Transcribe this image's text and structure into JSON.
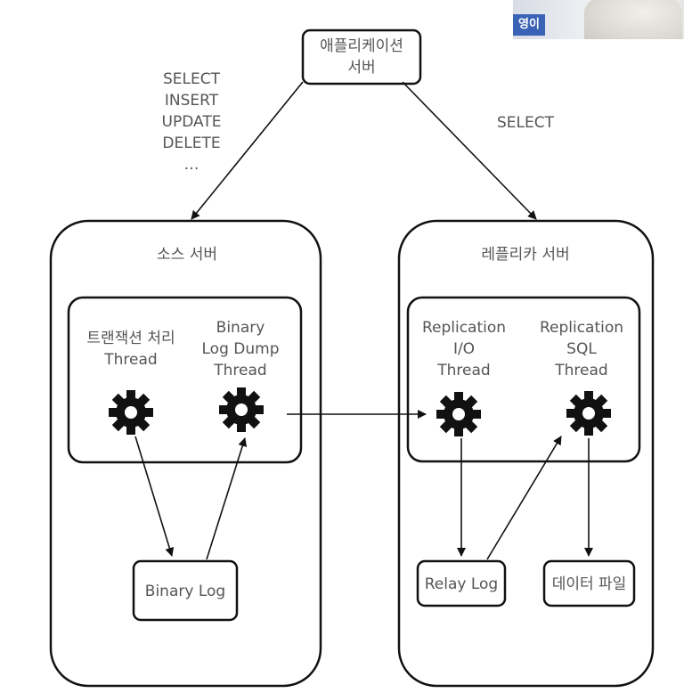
{
  "application_server": {
    "line1": "애플리케이션",
    "line2": "서버"
  },
  "left_queries": [
    "SELECT",
    "INSERT",
    "UPDATE",
    "DELETE",
    "…"
  ],
  "right_query": "SELECT",
  "source_server": {
    "title": "소스 서버",
    "thread1": {
      "line1": "트랜잭션 처리",
      "line2": "Thread"
    },
    "thread2": {
      "line1": "Binary",
      "line2": "Log Dump",
      "line3": "Thread"
    },
    "log": "Binary Log"
  },
  "replica_server": {
    "title": "레플리카 서버",
    "thread1": {
      "line1": "Replication",
      "line2": "I/O",
      "line3": "Thread"
    },
    "thread2": {
      "line1": "Replication",
      "line2": "SQL",
      "line3": "Thread"
    },
    "relay_log": "Relay Log",
    "data_file": "데이터 파일"
  },
  "speaker": {
    "name": "영이"
  },
  "icons": {
    "thread_gear": "gear-icon"
  },
  "colors": {
    "stroke": "#111111",
    "text": "#555555",
    "speaker_badge": "#3a63b5"
  }
}
